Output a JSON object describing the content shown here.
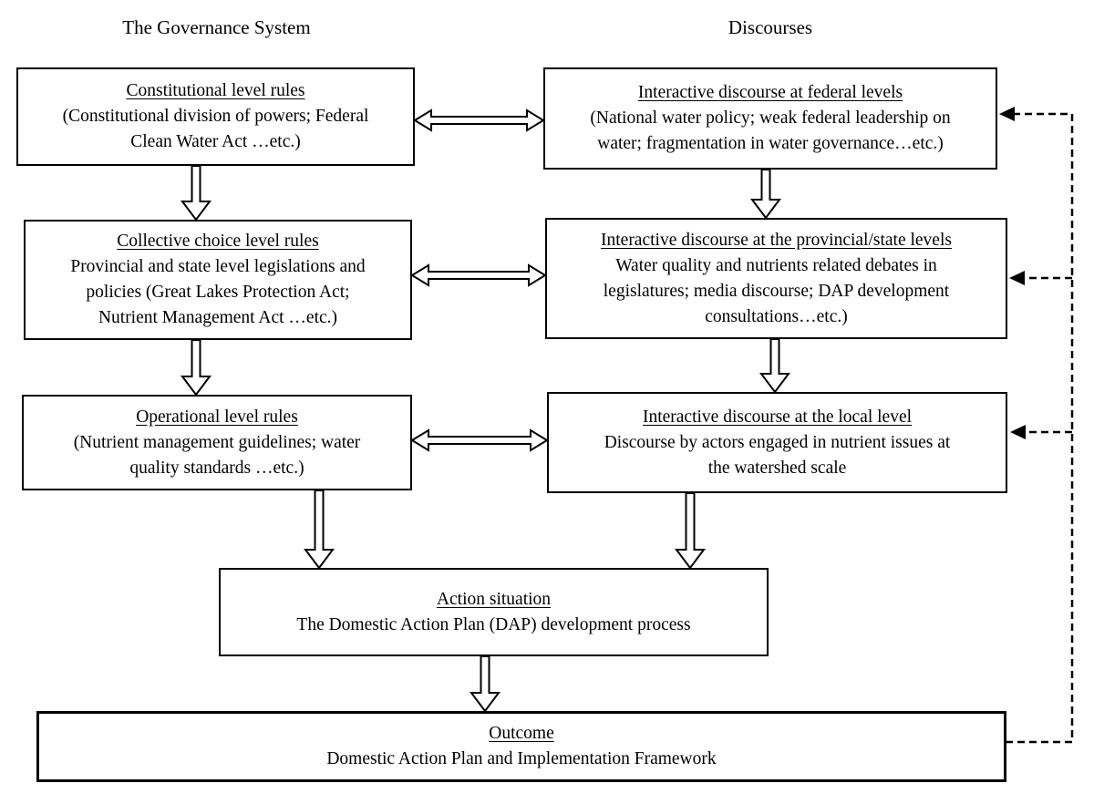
{
  "headers": {
    "left": "The Governance System",
    "right": "Discourses"
  },
  "boxes": {
    "constitutional": {
      "title": "Constitutional level rules",
      "body": [
        "(Constitutional division of powers; Federal",
        "Clean Water Act …etc.)"
      ]
    },
    "collective": {
      "title": "Collective choice level rules",
      "body": [
        "Provincial and state level legislations and",
        "policies (Great Lakes Protection Act;",
        "Nutrient Management Act …etc.)"
      ]
    },
    "operational": {
      "title": "Operational level rules",
      "body": [
        "(Nutrient management guidelines; water",
        "quality standards …etc.)"
      ]
    },
    "federal_discourse": {
      "title": "Interactive discourse at federal levels",
      "body": [
        "(National water policy; weak federal leadership on",
        "water; fragmentation in water governance…etc.)"
      ]
    },
    "provincial_discourse": {
      "title": "Interactive discourse at the provincial/state levels",
      "body": [
        "Water quality and nutrients related debates in",
        "legislatures; media discourse; DAP development",
        "consultations…etc.)"
      ]
    },
    "local_discourse": {
      "title": "Interactive discourse at the local level",
      "body": [
        "Discourse by actors engaged in nutrient issues at",
        "the watershed scale"
      ]
    },
    "action": {
      "title": "Action situation",
      "body": [
        "The Domestic Action Plan (DAP) development process"
      ]
    },
    "outcome": {
      "title": "Outcome",
      "body": [
        "Domestic Action Plan and Implementation Framework"
      ]
    }
  },
  "colors": {
    "line": "#000000",
    "background": "#ffffff"
  }
}
